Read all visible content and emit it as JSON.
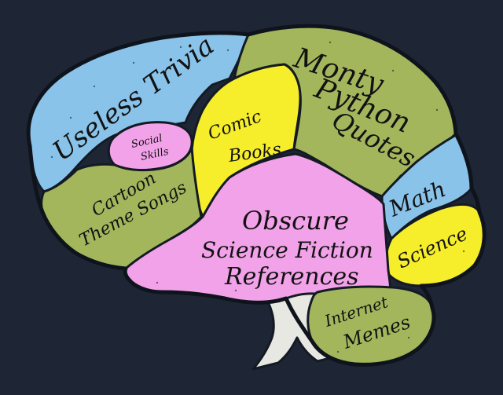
{
  "colors": {
    "background": "#1e2636",
    "blue": "#89c3ea",
    "green": "#a3b65c",
    "pink": "#f2a2e8",
    "yellow": "#f6ee2a",
    "stem": "#e8e8e2",
    "ink": "#121212"
  },
  "regions": {
    "useless_trivia": "Useless Trivia",
    "social_skills_line1": "Social",
    "social_skills_line2": "Skills",
    "comic_books_line1": "Comic",
    "comic_books_line2": "Books",
    "monty_python_line1": "Monty",
    "monty_python_line2": "Python",
    "monty_python_line3": "Quotes",
    "cartoon_line1": "Cartoon",
    "cartoon_line2": "Theme Songs",
    "math": "Math",
    "obscure_line1": "Obscure",
    "obscure_line2": "Science Fiction",
    "obscure_line3": "References",
    "science": "Science",
    "internet_line1": "Internet",
    "internet_line2": "Memes"
  }
}
